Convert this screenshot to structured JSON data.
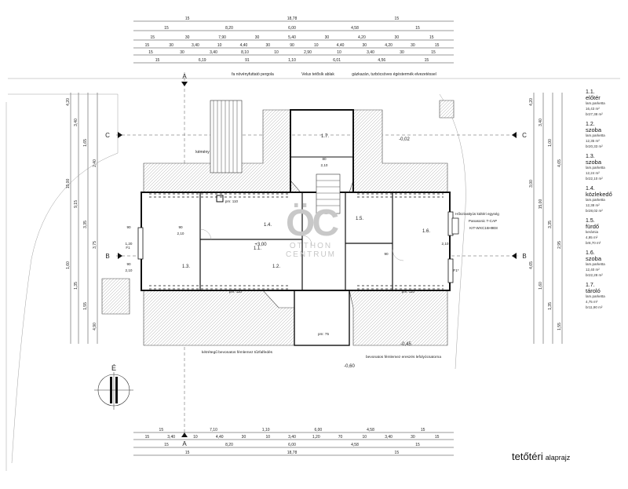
{
  "dims_top": {
    "row1": [
      "15",
      "18,78",
      "15"
    ],
    "row2": [
      "15",
      "8,20",
      "6,00",
      "4,58",
      "15"
    ],
    "row3": [
      "15",
      "30",
      "7,90",
      "30",
      "5,40",
      "30",
      "4,20",
      "30",
      "15"
    ],
    "row4": [
      "15",
      "30",
      "3,40",
      "10",
      "4,40",
      "30",
      "90",
      "10",
      "4,40",
      "30",
      "4,20",
      "30",
      "15"
    ],
    "row5": [
      "15",
      "30",
      "3,40",
      "8,10",
      "10",
      "2,90",
      "10",
      "3,40",
      "30",
      "15"
    ],
    "row6": [
      "15",
      "6,19",
      "91",
      "1,10",
      "6,01",
      "4,56",
      "15"
    ]
  },
  "dims_bottom": {
    "row1": [
      "15",
      "7,10",
      "1,10",
      "6,00",
      "4,58",
      "15"
    ],
    "row2": [
      "15",
      "3,40",
      "10",
      "4,40",
      "30",
      "10",
      "3,40",
      "1,20",
      "70",
      "10",
      "3,40",
      "30",
      "15"
    ],
    "row3": [
      "15",
      "8,20",
      "6,00",
      "4,58",
      "15"
    ],
    "row4": [
      "15",
      "18,78",
      "15"
    ]
  },
  "dims_left": [
    "4,20",
    "3,40",
    "1,65",
    "2,40",
    "15,00",
    "9,15",
    "3,35",
    "3,75",
    "1,60",
    "1,35",
    "1,55",
    "4,90"
  ],
  "dims_right": [
    "4,20",
    "3,40",
    "1,00",
    "4,65",
    "3,00",
    "15,00",
    "3,35",
    "2,95",
    "4,65",
    "1,60",
    "1,35",
    "1,55"
  ],
  "notes": {
    "pergola": "fa növényfuttató pergola",
    "velux": "Velux tetősík ablak",
    "gas": "gázkazán, turbócsöves égéstermék elvezetéssel",
    "chimney": "kémény",
    "heatpump_1": "Hőszivattyús kültéri egység",
    "heatpump_2": "Panasonic T-CAP",
    "heatpump_3": "KIT-WXC16H9E8",
    "roof_left": "kétrétegű bevonatos fémlemez tűzfalfedés",
    "roof_right": "bevonatos fémlemez ereszés lefolyócsatorna"
  },
  "room_labels": [
    "1.1.",
    "1.2.",
    "1.3.",
    "1.4.",
    "1.5.",
    "1.6.",
    "1.7."
  ],
  "levels": [
    "-0,02",
    "+3,00",
    "-0,45",
    "-0,60"
  ],
  "openings": [
    "90",
    "2,10",
    "90",
    "1,20",
    "90",
    "2,10",
    "90",
    "2,10",
    "80",
    "2,10",
    "pm: 75",
    "pm: 110",
    "pm: 110",
    "pm: 110",
    "F1",
    "F1*"
  ],
  "sections": {
    "a": "A",
    "b": "B",
    "c": "C"
  },
  "north": "É",
  "legend": [
    {
      "num": "1.1.",
      "name": "előtér",
      "floor": "lam.parketta",
      "area": "16,43 m²",
      "perim": "br27,38 m²"
    },
    {
      "num": "1.2.",
      "name": "szoba",
      "floor": "lam.parketta",
      "area": "12,35 m²",
      "perim": "br20,33 m²"
    },
    {
      "num": "1.3.",
      "name": "szoba",
      "floor": "lam.parketta",
      "area": "12,24 m²",
      "perim": "br22,10 m²"
    },
    {
      "num": "1.4.",
      "name": "közlekedő",
      "floor": "lam.parketta",
      "area": "12,38 m²",
      "perim": "br28,02 m²"
    },
    {
      "num": "1.5.",
      "name": "fürdő",
      "floor": "kerámia",
      "area": "4,95 m²",
      "perim": "br8,70 m²"
    },
    {
      "num": "1.6.",
      "name": "szoba",
      "floor": "lam.parketta",
      "area": "12,40 m²",
      "perim": "br22,28 m²"
    },
    {
      "num": "1.7.",
      "name": "tároló",
      "floor": "lam.parketta",
      "area": "4,75 m²",
      "perim": "br11,90 m²"
    }
  ],
  "caption": {
    "main": "tetőtéri",
    "sub": "alaprajz"
  },
  "watermark": {
    "logo": "ÖC",
    "brand1": "OTTHON",
    "brand2": "CENTRUM"
  }
}
